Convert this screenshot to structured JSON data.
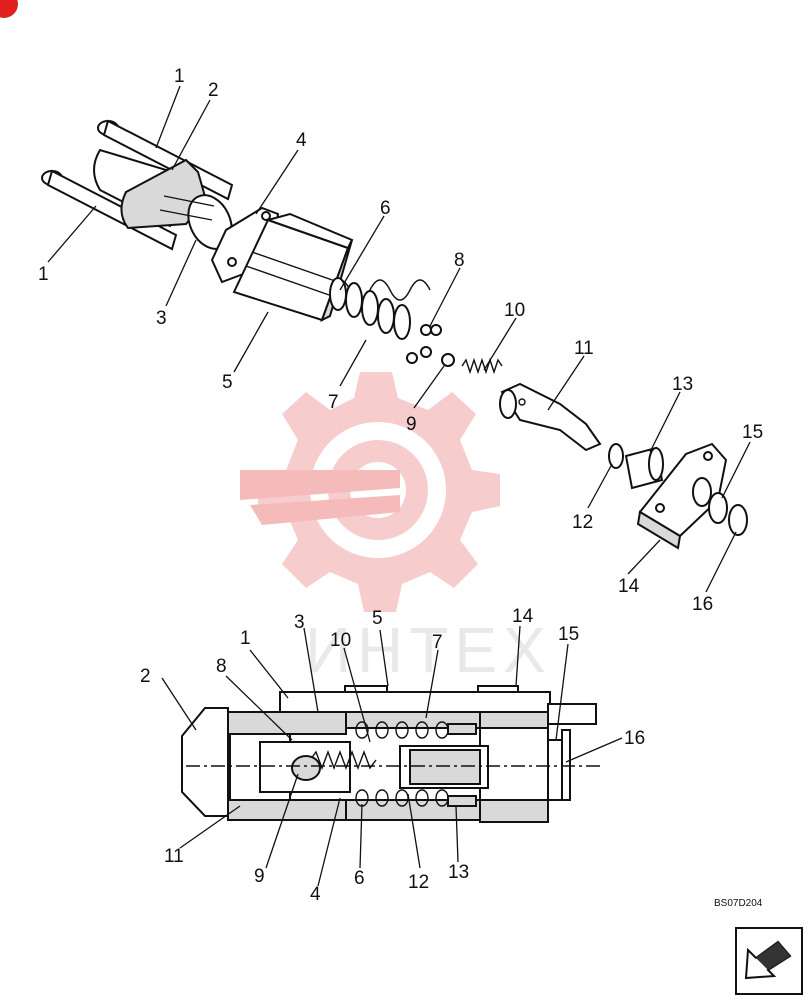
{
  "diagram": {
    "drawing_code": "BS07D204",
    "watermark_text": "ИНТЕХ",
    "exploded_labels": [
      "1",
      "2",
      "1",
      "3",
      "4",
      "5",
      "6",
      "7",
      "8",
      "9",
      "10",
      "11",
      "12",
      "13",
      "14",
      "15",
      "16"
    ],
    "section_labels": [
      "2",
      "1",
      "8",
      "3",
      "10",
      "5",
      "7",
      "14",
      "15",
      "16",
      "11",
      "9",
      "4",
      "6",
      "12",
      "13"
    ]
  },
  "colors": {
    "watermark": "#f4b9b9",
    "corner_badge": "#e02020",
    "line": "#111111"
  },
  "icons": {
    "nav_button": "next-page-arrow-icon"
  }
}
